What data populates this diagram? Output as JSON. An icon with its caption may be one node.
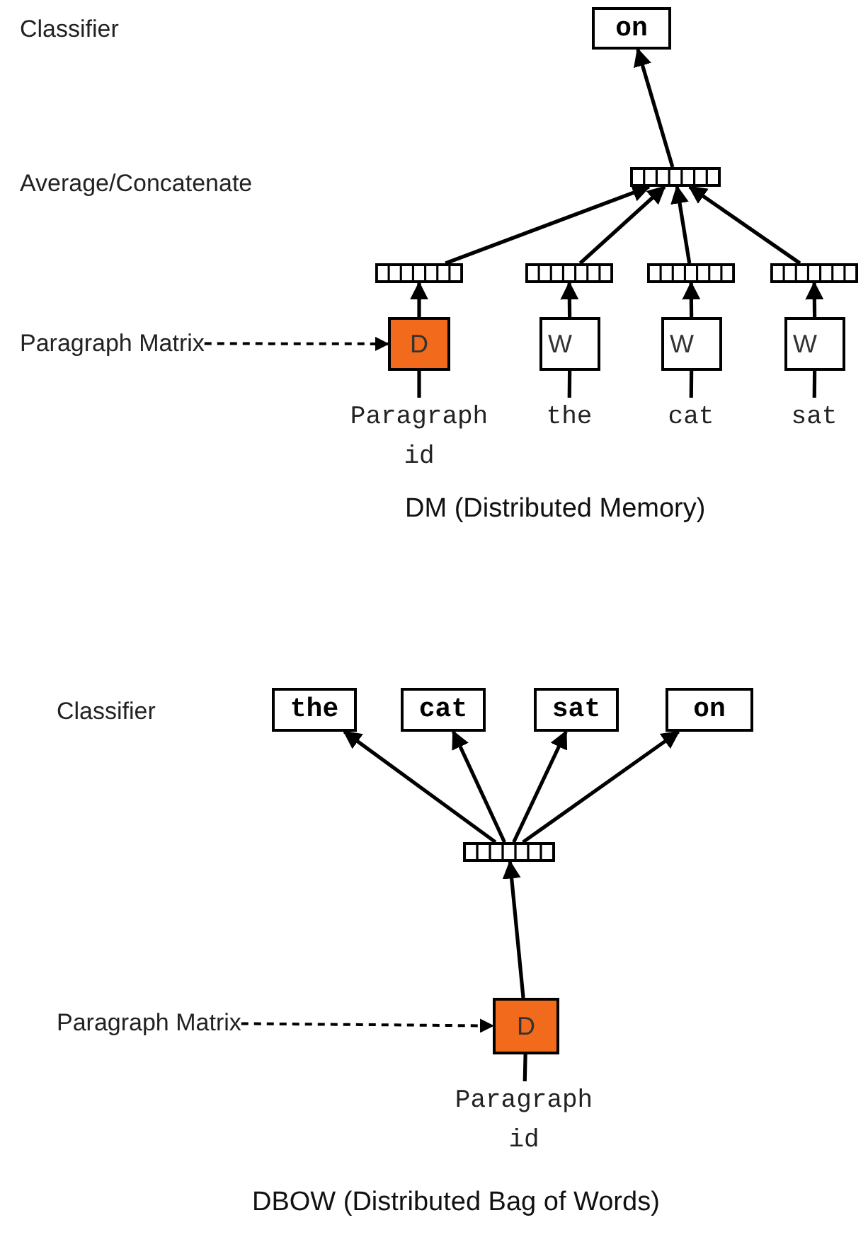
{
  "diagram": {
    "nodes": [
      {
        "text": [
          "on"
        ]
      },
      {
        "text": [],
        "shape": "bar"
      },
      {
        "text": [],
        "shape": "bar"
      },
      {
        "text": [],
        "shape": "bar"
      },
      {
        "text": [],
        "shape": "bar"
      },
      {
        "text": [],
        "shape": "bar"
      },
      {
        "text": [
          "Paragraph Matrix"
        ]
      },
      {
        "text": [
          "D"
        ]
      },
      {
        "text": [
          "W"
        ]
      },
      {
        "text": [
          "W"
        ]
      },
      {
        "text": [
          "W"
        ]
      },
      {
        "text": [
          "Paragraph id"
        ]
      },
      {
        "text": [
          "the"
        ]
      },
      {
        "text": [
          "cat"
        ]
      },
      {
        "text": [
          "sat"
        ]
      },
      {
        "text": [
          "the"
        ]
      },
      {
        "text": [
          "cat"
        ]
      },
      {
        "text": [
          "sat"
        ]
      },
      {
        "text": [
          "on"
        ]
      },
      {
        "text": [],
        "shape": "bar"
      },
      {
        "text": [
          "Paragraph Matrix"
        ]
      },
      {
        "text": [
          "D"
        ]
      },
      {
        "text": [
          "Paragraph id"
        ]
      }
    ],
    "edges": [
      {
        "from": 1,
        "to": 0,
        "arrow": "to"
      },
      {
        "from": 2,
        "to": 1,
        "arrow": "to"
      },
      {
        "from": 3,
        "to": 1,
        "arrow": "to"
      },
      {
        "from": 4,
        "to": 1,
        "arrow": "to"
      },
      {
        "from": 5,
        "to": 1,
        "arrow": "to"
      },
      {
        "from": 7,
        "to": 2,
        "arrow": "to"
      },
      {
        "from": 8,
        "to": 3,
        "arrow": "to"
      },
      {
        "from": 9,
        "to": 4,
        "arrow": "to"
      },
      {
        "from": 10,
        "to": 5,
        "arrow": "to"
      },
      {
        "from": 6,
        "to": 7,
        "arrow": "to",
        "style": "dashed"
      },
      {
        "from": 11,
        "to": 7,
        "arrow": "none"
      },
      {
        "from": 12,
        "to": 8,
        "arrow": "none"
      },
      {
        "from": 13,
        "to": 9,
        "arrow": "none"
      },
      {
        "from": 14,
        "to": 10,
        "arrow": "none"
      },
      {
        "from": 19,
        "to": 15,
        "arrow": "to"
      },
      {
        "from": 19,
        "to": 16,
        "arrow": "to"
      },
      {
        "from": 19,
        "to": 17,
        "arrow": "to"
      },
      {
        "from": 19,
        "to": 18,
        "arrow": "to"
      },
      {
        "from": 21,
        "to": 19,
        "arrow": "to"
      },
      {
        "from": 20,
        "to": 21,
        "arrow": "to",
        "style": "dashed"
      },
      {
        "from": 22,
        "to": 21,
        "arrow": "none"
      }
    ],
    "labels": [
      "Classifier",
      "Average/Concatenate",
      "DM (Distributed Memory)",
      "Classifier",
      "DBOW (Distributed Bag of Words)"
    ]
  }
}
